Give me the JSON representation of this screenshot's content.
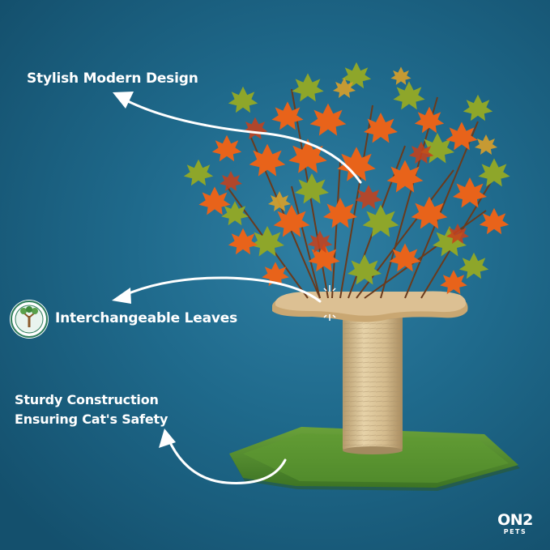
{
  "callouts": {
    "design": "Stylish Modern Design",
    "leaves": "Interchangeable Leaves",
    "construction_line1": "Sturdy Construction",
    "construction_line2": "Ensuring Cat's Safety"
  },
  "brand": {
    "logo": "ON2",
    "sub": "PETS"
  },
  "badge": {
    "icon": "interchangeable-leaves-badge-icon"
  },
  "colors": {
    "background": "#1f6a8c",
    "text": "#ffffff",
    "leaf_orange": "#e8631a",
    "leaf_green": "#8ea62a",
    "sisal": "#d9c39a",
    "platform": "#d7b98a",
    "grass": "#4f8a2a"
  }
}
